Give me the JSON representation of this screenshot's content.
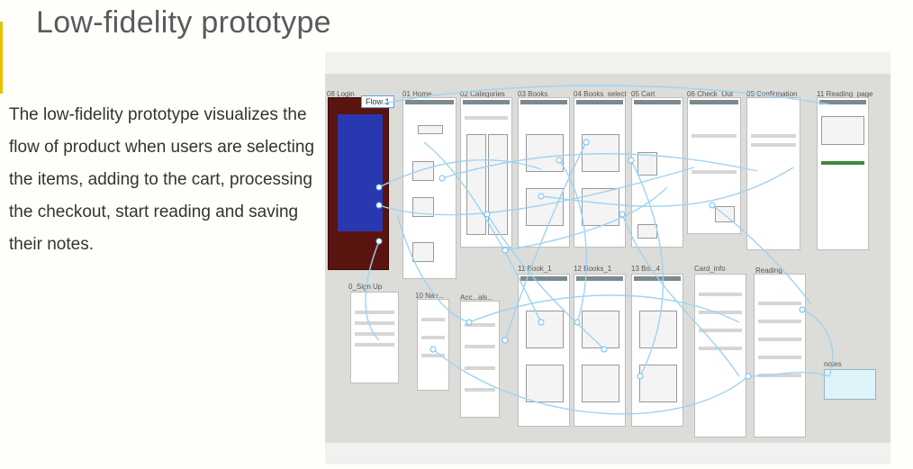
{
  "slide": {
    "title": "Low-fidelity prototype",
    "description": "The low-fidelity prototype visualizes the flow of product when users are selecting the items, adding to the cart, processing the checkout, start reading and saving their notes."
  },
  "prototype": {
    "flow_label": "Flow 1",
    "screens": [
      {
        "id": "login",
        "label": "08 Login"
      },
      {
        "id": "home",
        "label": "01 Home"
      },
      {
        "id": "categories",
        "label": "02 Categories"
      },
      {
        "id": "books",
        "label": "03 Books"
      },
      {
        "id": "books-select",
        "label": "04 Books_select"
      },
      {
        "id": "cart",
        "label": "05 Cart"
      },
      {
        "id": "checkout",
        "label": "06 Check_Out"
      },
      {
        "id": "confirmation",
        "label": "09 Confirmation"
      },
      {
        "id": "reading-page",
        "label": "11 Reading_page"
      },
      {
        "id": "signup",
        "label": "0_Sign Up"
      },
      {
        "id": "nav",
        "label": "10 Nav..."
      },
      {
        "id": "acc",
        "label": "Acc...als..."
      },
      {
        "id": "book1",
        "label": "11 Book_1"
      },
      {
        "id": "book2",
        "label": "12 Books_1"
      },
      {
        "id": "book3",
        "label": "13 Bo...4"
      },
      {
        "id": "card-info",
        "label": "Card_info"
      },
      {
        "id": "reading",
        "label": "Reading"
      },
      {
        "id": "notes",
        "label": "notes"
      }
    ]
  },
  "colors": {
    "accent": "#e8c000",
    "wire": "#9fd3f2",
    "login_bg": "#5a1410",
    "login_panel": "#2838b0"
  }
}
